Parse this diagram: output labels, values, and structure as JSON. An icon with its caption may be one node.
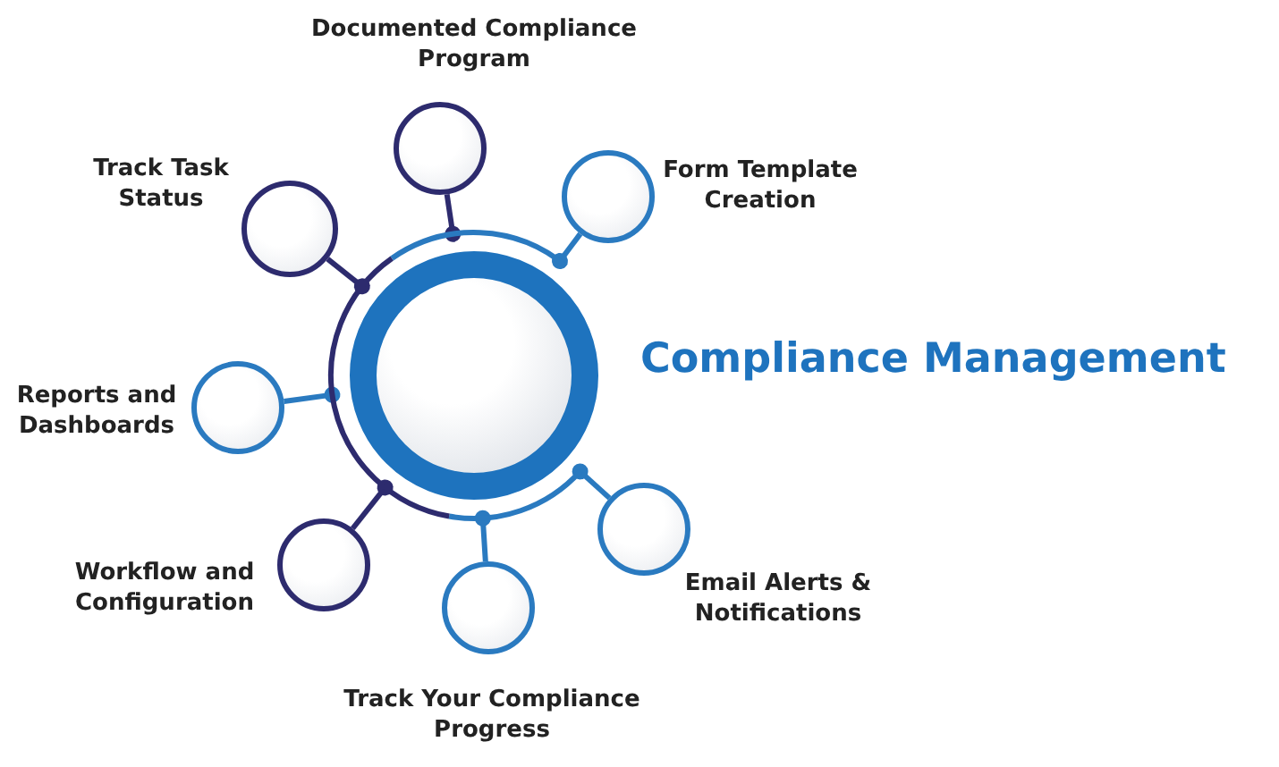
{
  "diagram": {
    "title": "Compliance Management",
    "nodes": [
      {
        "text": [],
        "shape": "circle"
      },
      {
        "text": [],
        "shape": "circle",
        "beside": [
          "Documented Compliance Program"
        ]
      },
      {
        "text": [],
        "shape": "circle",
        "beside": [
          "Form Template Creation"
        ]
      },
      {
        "text": [],
        "shape": "circle",
        "beside": [
          "Track Task Status"
        ]
      },
      {
        "text": [],
        "shape": "circle",
        "beside": [
          "Reports and Dashboards"
        ]
      },
      {
        "text": [],
        "shape": "circle",
        "beside": [
          "Email Alerts & Notifications"
        ]
      },
      {
        "text": [],
        "shape": "circle",
        "beside": [
          "Workflow and Configuration"
        ]
      },
      {
        "text": [],
        "shape": "circle",
        "beside": [
          "Track Your Compliance Progress"
        ]
      }
    ],
    "edges": [
      {
        "from": 1,
        "to": 0,
        "arrow": "other",
        "color": "#2d2b6e"
      },
      {
        "from": 2,
        "to": 0,
        "arrow": "other"
      },
      {
        "from": 3,
        "to": 0,
        "arrow": "other",
        "color": "#2d2b6e"
      },
      {
        "from": 4,
        "to": 0,
        "arrow": "other"
      },
      {
        "from": 5,
        "to": 0,
        "arrow": "other"
      },
      {
        "from": 6,
        "to": 0,
        "arrow": "other",
        "color": "#2d2b6e"
      },
      {
        "from": 7,
        "to": 0,
        "arrow": "other"
      }
    ]
  }
}
